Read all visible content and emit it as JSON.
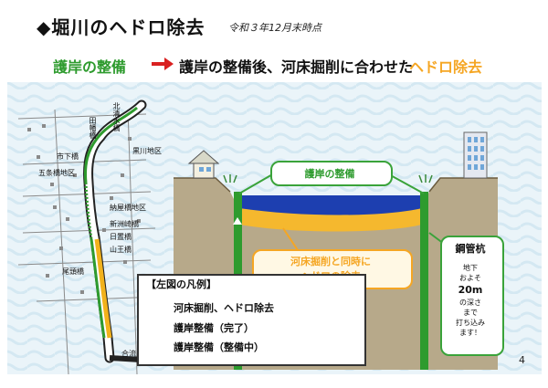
{
  "title": "◆堀川のヘドロ除去",
  "date": "令和３年12月末時点",
  "subtitle": {
    "left": "護岸の整備",
    "middle": "護岸の整備後、河床掘削に合わせた",
    "right": "ヘドロ除去"
  },
  "map_labels": {
    "kuroyama": "黒川地区",
    "ichitsuji": "市下橋",
    "gojo": "五条橋地区",
    "nayabashi": "納屋橋地区",
    "shinsuzaki": "新洲崎橋",
    "hioki": "日置橋",
    "sanno": "山王橋",
    "otake": "尾頭橋",
    "goryu": "合流点",
    "kitasuna": "北清水橋",
    "takada": "田幡橋"
  },
  "diagram": {
    "revetment_label": "護岸の整備",
    "dredge_label_line1": "河床掘削と同時に",
    "dredge_label_line2": "ヘドロの除去",
    "pile_title": "鋼管杭",
    "pile_line1": "地下",
    "pile_line2": "およそ",
    "pile_line3": "20m",
    "pile_line4": "の深さ",
    "pile_line5": "まで",
    "pile_line6": "打ち込み",
    "pile_line7": "ます！"
  },
  "legend": {
    "title": "【左図の凡例】",
    "items": [
      {
        "label": "河床掘削、ヘドロ除去",
        "color": "#f2b21c"
      },
      {
        "label": "護岸整備（完了）",
        "color": "#2e9b2e"
      },
      {
        "label": "護岸整備（整備中）",
        "color": "#2e9b2e"
      }
    ]
  },
  "page_number": "4",
  "colors": {
    "green": "#2e9b2e",
    "orange": "#f5a623",
    "water": "#1d3fb0",
    "soil": "#b7a98a",
    "red_arrow": "#d92020"
  }
}
